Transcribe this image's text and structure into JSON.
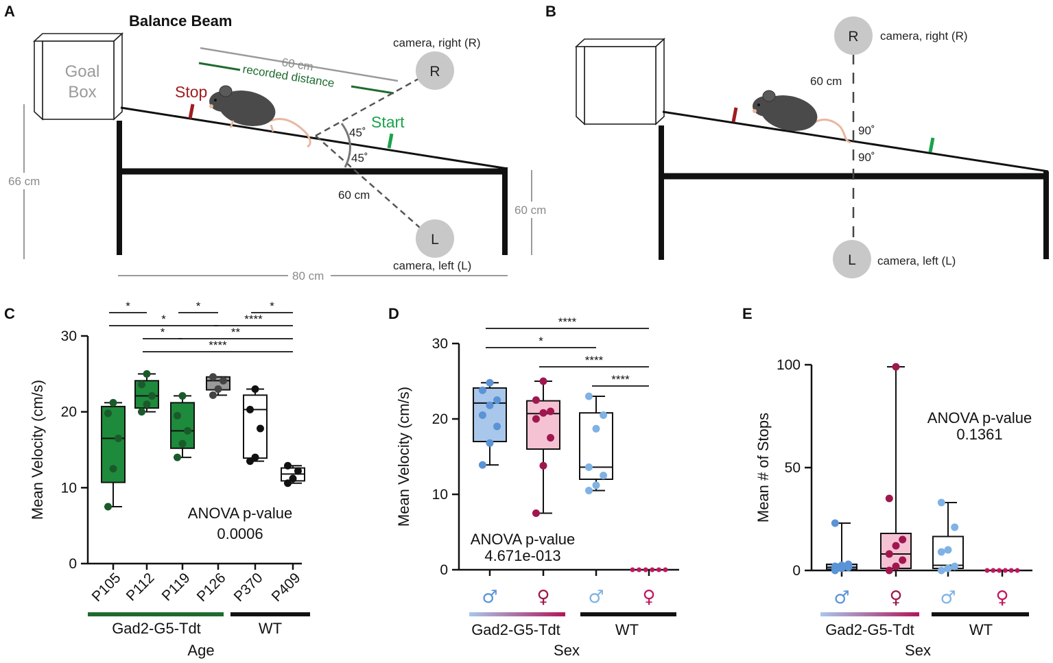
{
  "panels": {
    "A": "A",
    "B": "B",
    "C": "C",
    "D": "D",
    "E": "E"
  },
  "panel_a": {
    "title": "Balance Beam",
    "goal_box": [
      "Goal",
      "Box"
    ],
    "stop": "Stop",
    "start": "Start",
    "dist_60_top": "60 cm",
    "recorded": "recorded distance",
    "cam_right": "camera, right (R)",
    "cam_left": "camera, left (L)",
    "R": "R",
    "L": "L",
    "angle1": "45˚",
    "angle2": "45˚",
    "dist_60_bottom": "60 cm",
    "height_66": "66 cm",
    "height_60": "60 cm",
    "length_80": "80 cm",
    "colors": {
      "stop": "#a01c20",
      "start": "#1aa34a",
      "recorded": "#1e6b2e",
      "gray": "#9a9a9a"
    }
  },
  "panel_b": {
    "R": "R",
    "L": "L",
    "cam_right": "camera, right (R)",
    "cam_left": "camera, left (L)",
    "dist": "60 cm",
    "angle1": "90˚",
    "angle2": "90˚"
  },
  "chart_data": [
    {
      "panel": "C",
      "type": "box",
      "ylabel": "Mean Velocity (cm/s)",
      "xlabel": "Age",
      "ylim": [
        0,
        30
      ],
      "yticks": [
        "0",
        "10",
        "20",
        "30"
      ],
      "categories": [
        "P105",
        "P112",
        "P119",
        "P126",
        "P370",
        "P409"
      ],
      "groups": [
        {
          "label": "Gad2-G5-Tdt",
          "color": "#1e6b2e"
        },
        {
          "label": "WT",
          "color": "#111111"
        }
      ],
      "anova_label": "ANOVA p-value",
      "anova_value": "0.0006",
      "boxes": [
        {
          "cat": "P105",
          "min": 7.5,
          "q1": 10.7,
          "median": 16.5,
          "q3": 20.7,
          "max": 21.2,
          "fill": "#1e8a3c",
          "point": "#1a5a2a",
          "points": [
            7.5,
            12.5,
            16.5,
            19.8,
            21.2
          ]
        },
        {
          "cat": "P112",
          "min": 20.0,
          "q1": 20.5,
          "median": 22.1,
          "q3": 24.1,
          "max": 25.0,
          "fill": "#1e8a3c",
          "point": "#1a5a2a",
          "points": [
            20.0,
            21.0,
            22.1,
            23.6,
            25.0
          ]
        },
        {
          "cat": "P119",
          "min": 14.0,
          "q1": 15.2,
          "median": 17.5,
          "q3": 21.2,
          "max": 22.1,
          "fill": "#1e8a3c",
          "point": "#1a5a2a",
          "points": [
            14.0,
            15.8,
            17.5,
            19.5,
            22.1
          ]
        },
        {
          "cat": "P126",
          "min": 22.2,
          "q1": 22.9,
          "median": 24.1,
          "q3": 24.6,
          "max": 24.6,
          "fill": "#9a9a9a",
          "point": "#444444",
          "points": [
            22.2,
            23.0,
            24.1,
            24.6
          ]
        },
        {
          "cat": "P370",
          "min": 13.5,
          "q1": 13.9,
          "median": 20.3,
          "q3": 22.2,
          "max": 23.0,
          "fill": "#ffffff",
          "point": "#111111",
          "points": [
            13.5,
            14.0,
            17.8,
            20.3,
            23.0
          ]
        },
        {
          "cat": "P409",
          "min": 10.6,
          "q1": 10.9,
          "median": 11.8,
          "q3": 12.6,
          "max": 12.9,
          "fill": "#ffffff",
          "point": "#111111",
          "points": [
            10.6,
            11.2,
            12.2,
            12.9
          ]
        }
      ],
      "brackets": [
        {
          "from": 0,
          "to": 1,
          "label": "*"
        },
        {
          "from": 2,
          "to": 3,
          "label": "*"
        },
        {
          "from": 4,
          "to": 5,
          "label": "*"
        },
        {
          "from": 0,
          "to": 3,
          "label": "*"
        },
        {
          "from": 3,
          "to": 5,
          "label": "****"
        },
        {
          "from": 1,
          "to": 2,
          "label": "*"
        },
        {
          "from": 2,
          "to": 5,
          "label": "**"
        },
        {
          "from": 1,
          "to": 5,
          "label": "****"
        }
      ]
    },
    {
      "panel": "D",
      "type": "box",
      "ylabel": "Mean Velocity (cm/s)",
      "xlabel": "Sex",
      "ylim": [
        0,
        30
      ],
      "yticks": [
        "0",
        "10",
        "20",
        "30"
      ],
      "categories": [
        "♂",
        "♀",
        "♂",
        "♀"
      ],
      "groups": [
        {
          "label": "Gad2-G5-Tdt",
          "color": "gradient"
        },
        {
          "label": "WT",
          "color": "#111111"
        }
      ],
      "anova_label": "ANOVA p-value",
      "anova_value": "4.671e-013",
      "boxes": [
        {
          "min": 13.9,
          "q1": 17.0,
          "median": 22.1,
          "q3": 24.1,
          "max": 24.8,
          "fill": "#a9c7ea",
          "point": "#5a93d6",
          "points": [
            13.9,
            16.8,
            19.0,
            20.5,
            21.8,
            22.5,
            23.8,
            24.8
          ]
        },
        {
          "min": 7.5,
          "q1": 16.0,
          "median": 20.7,
          "q3": 22.4,
          "max": 25.0,
          "fill": "#f4c2d3",
          "point": "#a0174f",
          "points": [
            7.5,
            13.8,
            17.5,
            20.0,
            20.8,
            21.0,
            22.5,
            25.0
          ]
        },
        {
          "min": 10.5,
          "q1": 12.0,
          "median": 13.6,
          "q3": 20.8,
          "max": 23.0,
          "fill": "#ffffff",
          "point": "#7fb2e5",
          "points": [
            10.5,
            11.2,
            12.5,
            13.6,
            18.7,
            20.5,
            23.0
          ]
        },
        {
          "min": 0,
          "q1": 0,
          "median": 0,
          "q3": 0,
          "max": 0,
          "fill": "#ffffff",
          "point": "#c0175f",
          "points": [
            0,
            0,
            0,
            0,
            0,
            0
          ]
        }
      ],
      "brackets": [
        {
          "from": 0,
          "to": 3,
          "label": "****"
        },
        {
          "from": 0,
          "to": 2,
          "label": "*"
        },
        {
          "from": 1,
          "to": 3,
          "label": "****"
        },
        {
          "from": 2,
          "to": 3,
          "label": "****"
        }
      ]
    },
    {
      "panel": "E",
      "type": "box",
      "ylabel": "Mean # of Stops",
      "xlabel": "Sex",
      "ylim": [
        0,
        100
      ],
      "yticks": [
        "0",
        "50",
        "100"
      ],
      "categories": [
        "♂",
        "♀",
        "♂",
        "♀"
      ],
      "groups": [
        {
          "label": "Gad2-G5-Tdt",
          "color": "gradient"
        },
        {
          "label": "WT",
          "color": "#111111"
        }
      ],
      "anova_label": "ANOVA p-value",
      "anova_value": "0.1361",
      "boxes": [
        {
          "min": 0,
          "q1": 0.5,
          "median": 1.5,
          "q3": 3,
          "max": 23,
          "fill": "#a9c7ea",
          "point": "#5a93d6",
          "points": [
            0,
            1,
            1.5,
            2,
            2.5,
            3,
            23
          ]
        },
        {
          "min": 0,
          "q1": 1,
          "median": 8,
          "q3": 18,
          "max": 99,
          "fill": "#f4c2d3",
          "point": "#a0174f",
          "points": [
            0,
            2,
            5,
            8,
            12,
            15,
            35,
            99
          ]
        },
        {
          "min": 0,
          "q1": 1,
          "median": 2.5,
          "q3": 16.5,
          "max": 33,
          "fill": "#ffffff",
          "point": "#7fb2e5",
          "points": [
            0,
            1,
            2,
            9,
            10,
            21,
            33
          ]
        },
        {
          "min": 0,
          "q1": 0,
          "median": 0,
          "q3": 0,
          "max": 0,
          "fill": "#ffffff",
          "point": "#c0175f",
          "points": [
            0,
            0,
            0,
            0,
            0,
            0
          ]
        }
      ],
      "brackets": []
    }
  ]
}
